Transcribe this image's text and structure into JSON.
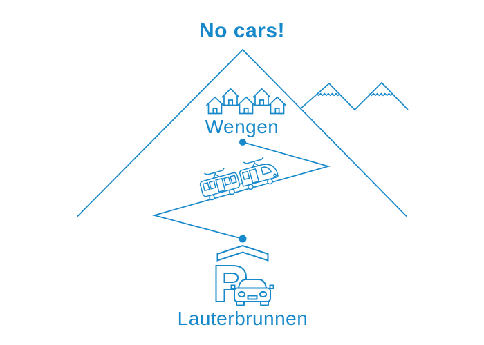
{
  "colors": {
    "accent": "#1789ca",
    "background": "#ffffff"
  },
  "title": "No cars!",
  "diagram": {
    "upper_village_label": "Wengen",
    "lower_village_label": "Lauterbrunnen"
  },
  "icons": {
    "main_mountain": "large-mountain-outline",
    "side_peaks": "two-snowy-peaks",
    "village": "five-chalet-houses",
    "railway": "two-car-mountain-train",
    "route": "zigzag-rail-line-with-endpoint-dots",
    "parking": "covered-parking-garage-P-with-car"
  }
}
